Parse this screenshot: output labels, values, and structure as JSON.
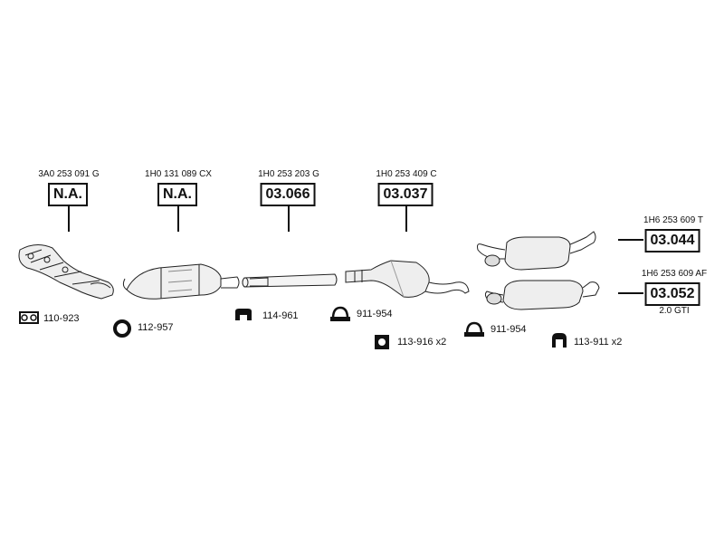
{
  "parts": [
    {
      "oe": "3A0 253 091 G",
      "box": "N.A."
    },
    {
      "oe": "1H0 131 089 CX",
      "box": "N.A."
    },
    {
      "oe": "1H0 253 203 G",
      "box": "03.066"
    },
    {
      "oe": "1H0 253 409 C",
      "box": "03.037"
    },
    {
      "oe": "1H6 253 609 T",
      "box": "03.044"
    },
    {
      "oe": "1H6 253 609 AF",
      "box": "03.052",
      "note": "2.0 GTI"
    }
  ],
  "accessories": [
    {
      "label": "110-923",
      "icon": "gasket-icon"
    },
    {
      "label": "112-957",
      "icon": "ring-gasket-icon"
    },
    {
      "label": "114-961",
      "icon": "clamp-bracket-icon"
    },
    {
      "label": "911-954",
      "icon": "u-clamp-icon"
    },
    {
      "label": "113-916 x2",
      "icon": "rubber-mount-icon"
    },
    {
      "label": "911-954",
      "icon": "u-clamp-icon"
    },
    {
      "label": "113-911 x2",
      "icon": "hanger-icon"
    }
  ]
}
